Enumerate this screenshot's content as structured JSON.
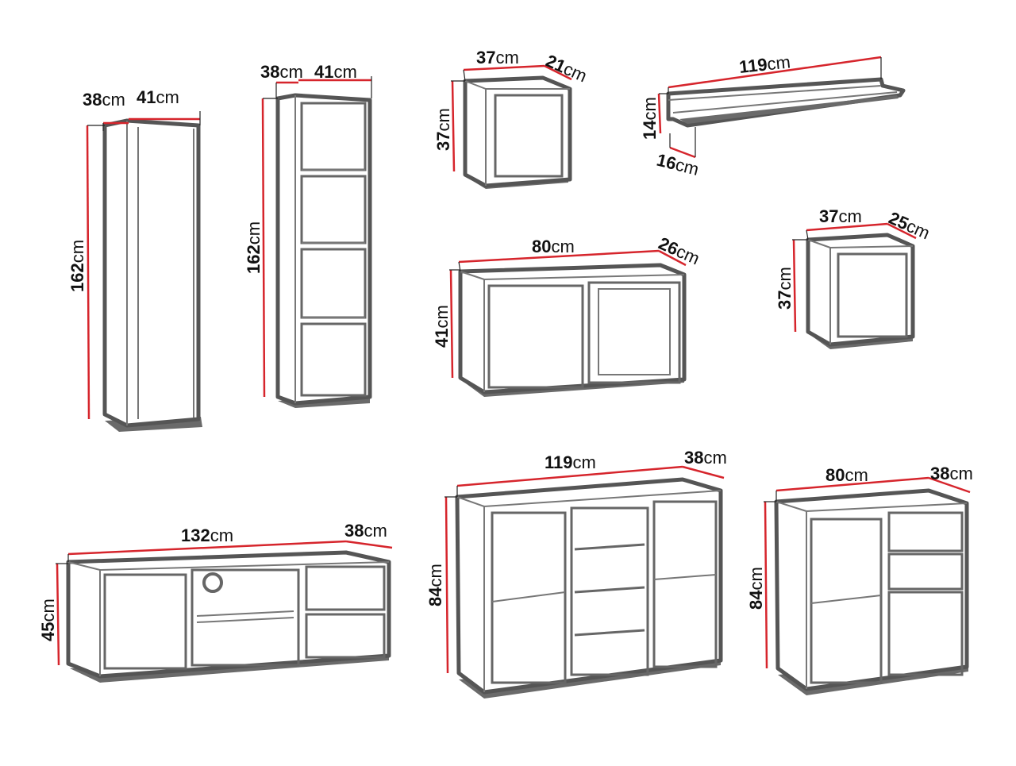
{
  "colors": {
    "dimension_line": "#d6252c",
    "outline": "#555555",
    "shadow": "#6a6a6a"
  },
  "unit": "cm",
  "items": [
    {
      "name": "tall-cabinet",
      "depth": "38",
      "width": "41",
      "height": "162"
    },
    {
      "name": "shelf-unit",
      "depth": "38",
      "width": "41",
      "height": "162"
    },
    {
      "name": "wall-cube-small",
      "width": "37",
      "depth": "21",
      "height": "37"
    },
    {
      "name": "wall-shelf",
      "width": "119",
      "height": "14",
      "depth": "16"
    },
    {
      "name": "wall-cabinet",
      "width": "80",
      "depth": "26",
      "height": "41"
    },
    {
      "name": "wall-cube",
      "width": "37",
      "depth": "25",
      "height": "37"
    },
    {
      "name": "tv-stand",
      "width": "132",
      "depth": "38",
      "height": "45"
    },
    {
      "name": "sideboard",
      "width": "119",
      "depth": "38",
      "height": "84"
    },
    {
      "name": "chest",
      "width": "80",
      "depth": "38",
      "height": "84"
    }
  ]
}
